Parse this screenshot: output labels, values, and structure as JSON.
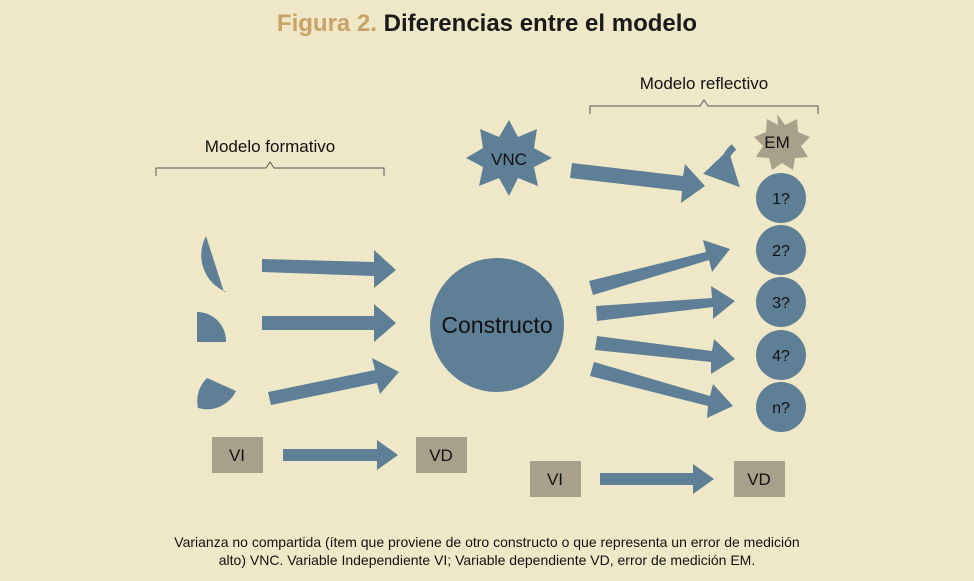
{
  "title": {
    "prefix": "Figura 2.",
    "text": "Diferencias entre el modelo"
  },
  "labels": {
    "modelo_formativo": "Modelo formativo",
    "modelo_reflectivo": "Modelo reflectivo",
    "constructo": "Constructo",
    "vnc": "VNC",
    "em": "EM",
    "vi": "VI",
    "vd": "VD"
  },
  "indicators": [
    "1?",
    "2?",
    "3?",
    "4?",
    "n?"
  ],
  "colors": {
    "background": "#efe8c8",
    "shape": "#5f7f96",
    "box": "#a8a08a",
    "star_em": "#a8a08a",
    "title_accent": "#c9a266"
  },
  "caption": {
    "line1": "Varianza no compartida (ítem que proviene de otro constructo o que representa un error de medición",
    "line2": "alto) VNC. Variable Independiente VI; Variable dependiente VD, error de medición EM."
  }
}
